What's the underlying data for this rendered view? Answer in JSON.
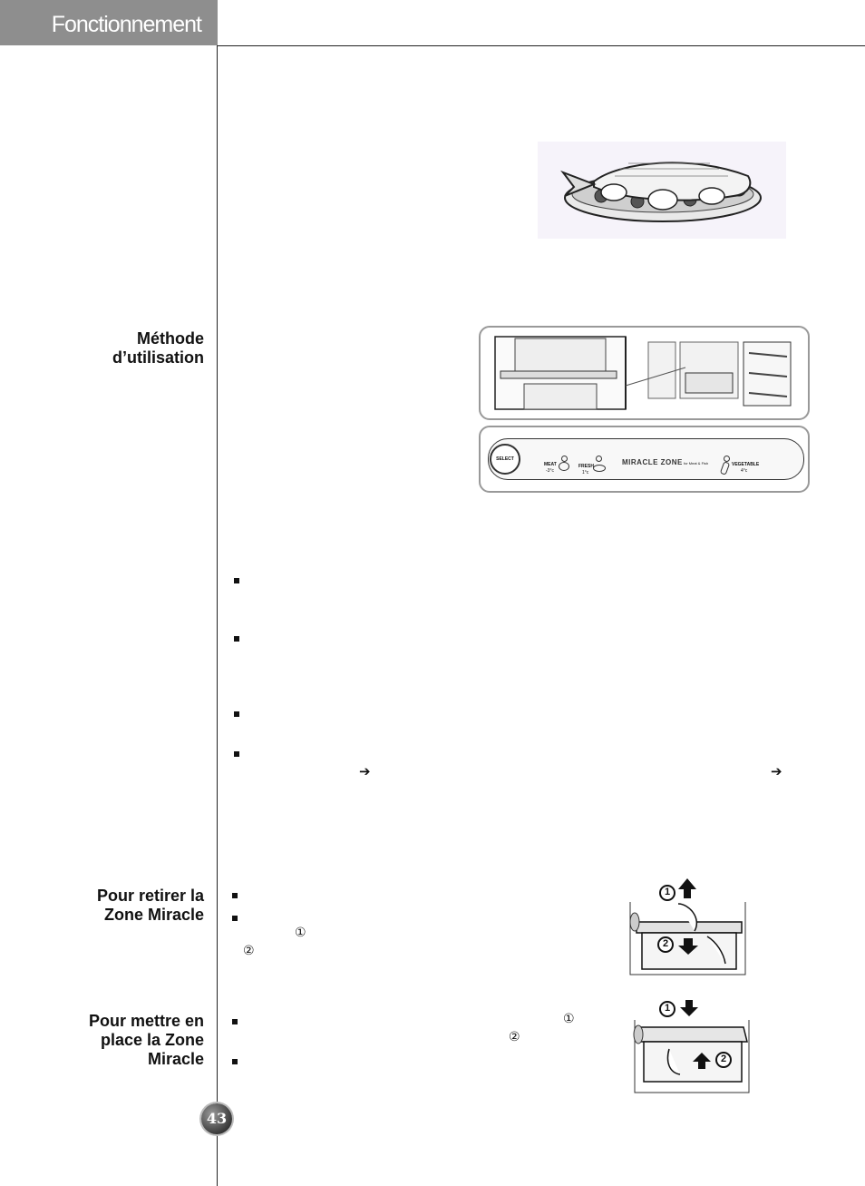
{
  "header": {
    "title": "Fonctionnement"
  },
  "sections": {
    "methode": {
      "lines": [
        "Méthode",
        "d’utilisation"
      ]
    },
    "retirer": {
      "lines": [
        "Pour retirer la",
        "Zone Miracle"
      ]
    },
    "mettre": {
      "lines": [
        "Pour mettre en",
        "place la Zone",
        "Miracle"
      ]
    }
  },
  "control_panel": {
    "select": "SELECT",
    "meat": "MEAT",
    "meat_temp": "-3°c",
    "fresh": "FRESH",
    "fresh_temp": "1°c",
    "brand": "MIRACLE ZONE",
    "brand_sub": "for Meat & Fish",
    "vegetable": "VEGETABLE",
    "vegetable_temp": "4°c"
  },
  "markers": {
    "circled_1": "①",
    "circled_2": "②",
    "arrow": "➔"
  },
  "step_badges": {
    "one": "1",
    "two": "2"
  },
  "page_number": "43"
}
